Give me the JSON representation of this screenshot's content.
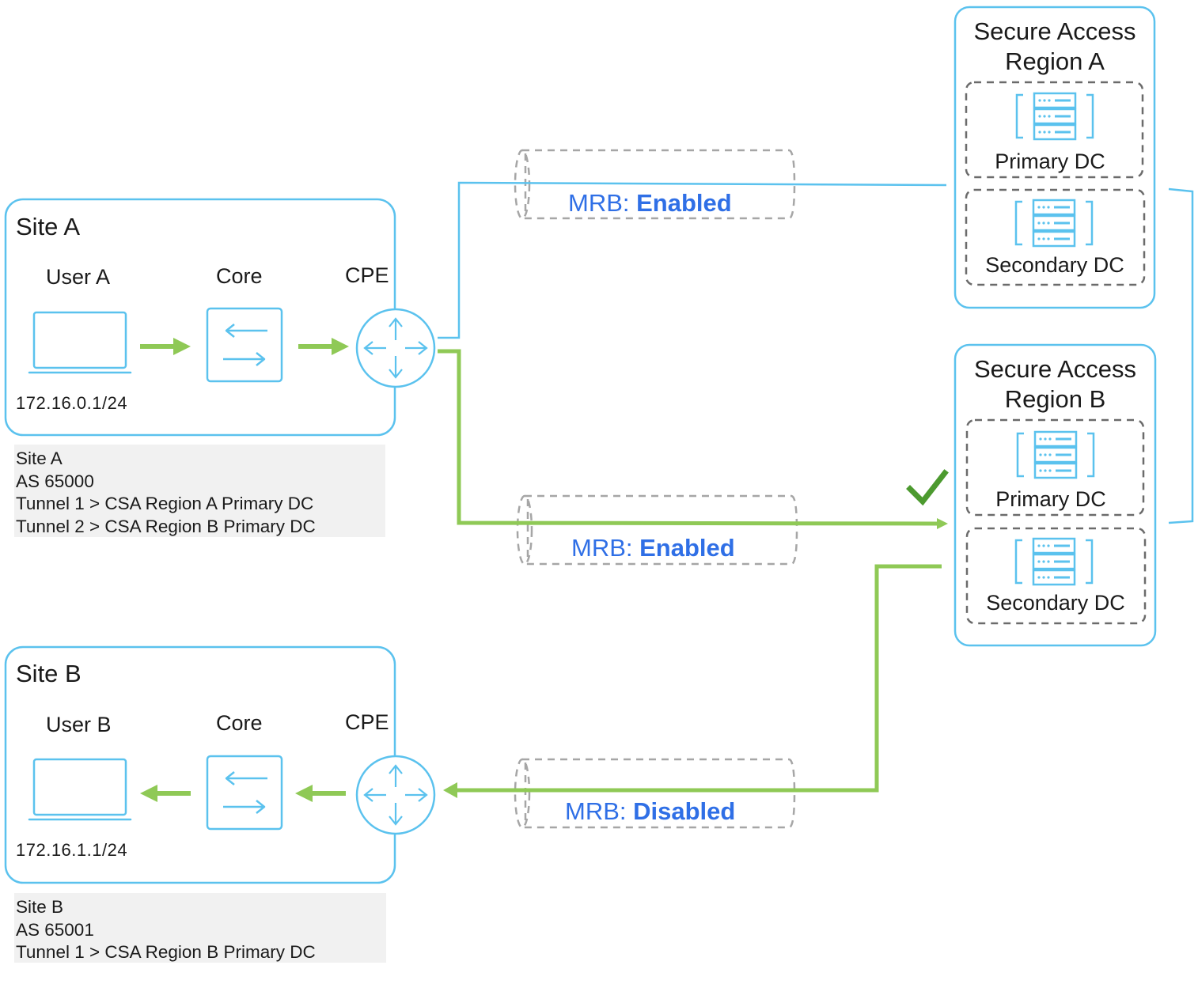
{
  "colors": {
    "box_border": "#5bc2ee",
    "icon_blue": "#5bc2ee",
    "flow_green": "#8fc956",
    "check_green": "#4c9a2f",
    "mrb_blue": "#2f6fe6",
    "dashed_gray": "#a6a6a6",
    "info_bg": "#f1f1f1"
  },
  "site_a": {
    "title": "Site A",
    "user_label": "User A",
    "core_label": "Core",
    "cpe_label": "CPE",
    "ip": "172.16.0.1/24",
    "info": [
      "Site A",
      "AS 65000",
      "Tunnel 1 > CSA Region A Primary DC",
      "Tunnel 2 > CSA Region B Primary DC"
    ]
  },
  "site_b": {
    "title": "Site B",
    "user_label": "User B",
    "core_label": "Core",
    "cpe_label": "CPE",
    "ip": "172.16.1.1/24",
    "info": [
      "Site B",
      "AS 65001",
      "Tunnel 1 > CSA Region B Primary DC"
    ]
  },
  "region_a": {
    "title_line1": "Secure Access",
    "title_line2": "Region A",
    "primary_dc": "Primary DC",
    "secondary_dc": "Secondary DC"
  },
  "region_b": {
    "title_line1": "Secure Access",
    "title_line2": "Region B",
    "primary_dc": "Primary DC",
    "secondary_dc": "Secondary DC"
  },
  "tunnels": [
    {
      "prefix": "MRB:",
      "state": "Enabled"
    },
    {
      "prefix": "MRB:",
      "state": "Enabled"
    },
    {
      "prefix": "MRB:",
      "state": "Disabled"
    }
  ],
  "icons": {
    "laptop": "laptop-icon",
    "switch": "switch-icon",
    "router": "router-icon",
    "server": "server-icon",
    "check": "checkmark-icon"
  }
}
